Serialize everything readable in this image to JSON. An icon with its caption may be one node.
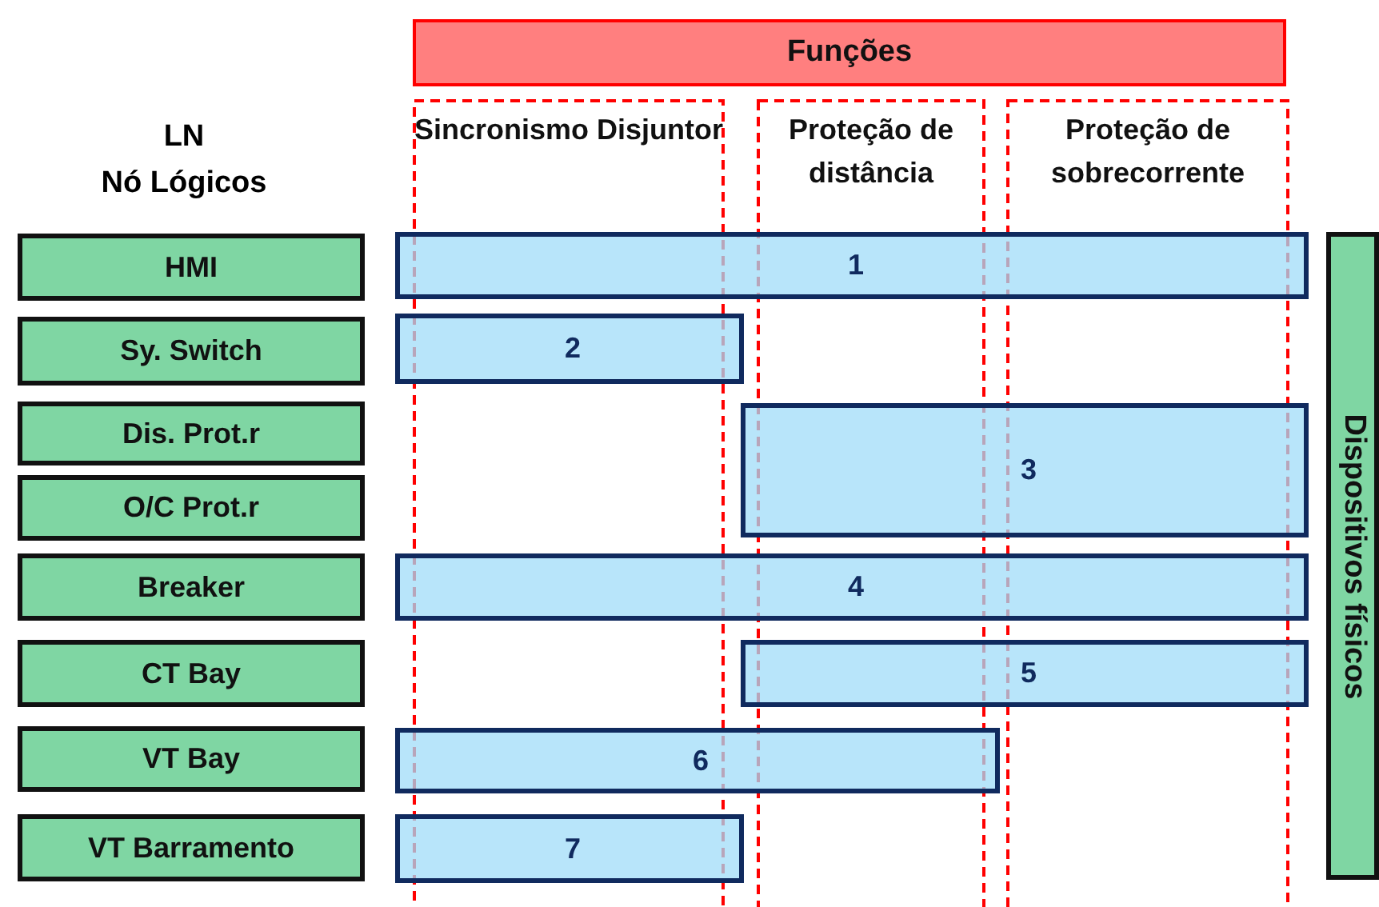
{
  "diagram": {
    "nodes": [
      {
        "text": [
          "Funções"
        ]
      },
      {
        "text": [
          "Sincronismo Disjuntor"
        ]
      },
      {
        "text": [
          "Proteção de distância"
        ]
      },
      {
        "text": [
          "Proteção de sobrecorrente"
        ]
      },
      {
        "text": [
          "HMI"
        ]
      },
      {
        "text": [
          "Sy. Switch"
        ]
      },
      {
        "text": [
          "Dis. Prot.r"
        ]
      },
      {
        "text": [
          "O/C Prot.r"
        ]
      },
      {
        "text": [
          "Breaker"
        ]
      },
      {
        "text": [
          "CT Bay"
        ]
      },
      {
        "text": [
          "VT Bay"
        ]
      },
      {
        "text": [
          "VT Barramento"
        ]
      },
      {
        "text": [
          "1"
        ]
      },
      {
        "text": [
          "2"
        ]
      },
      {
        "text": [
          "3"
        ]
      },
      {
        "text": [
          "4"
        ]
      },
      {
        "text": [
          "5"
        ]
      },
      {
        "text": [
          "6"
        ]
      },
      {
        "text": [
          "7"
        ]
      },
      {
        "text": [
          "Dispositivos físicos"
        ]
      }
    ],
    "labels": [
      "LN",
      "Nó Lógicos"
    ]
  }
}
